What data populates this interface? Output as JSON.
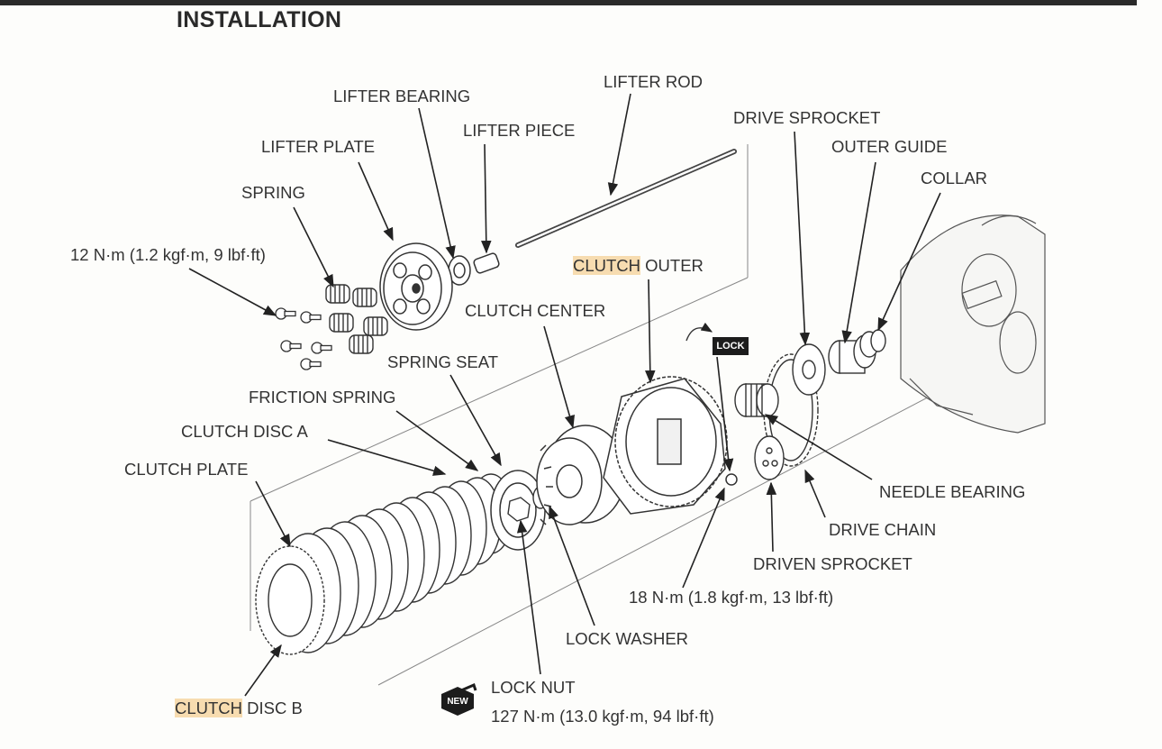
{
  "section_title": "INSTALLATION",
  "labels": {
    "lifter_rod": "LIFTER ROD",
    "lifter_bearing": "LIFTER BEARING",
    "lifter_piece": "LIFTER PIECE",
    "lifter_plate": "LIFTER PLATE",
    "spring": "SPRING",
    "torque_bolts": "12 N·m (1.2 kgf·m, 9 lbf·ft)",
    "drive_sprocket": "DRIVE SPROCKET",
    "outer_guide": "OUTER GUIDE",
    "collar": "COLLAR",
    "clutch_outer_hl": "CLUTCH",
    "clutch_outer_rest": " OUTER",
    "clutch_center": "CLUTCH CENTER",
    "spring_seat": "SPRING SEAT",
    "friction_spring": "FRICTION SPRING",
    "clutch_disc_a": "CLUTCH DISC A",
    "clutch_plate": "CLUTCH PLATE",
    "needle_bearing": "NEEDLE BEARING",
    "drive_chain": "DRIVE CHAIN",
    "driven_sprocket": "DRIVEN SPROCKET",
    "torque_sprocket": "18 N·m (1.8 kgf·m, 13 lbf·ft)",
    "lock_washer": "LOCK WASHER",
    "lock_nut": "LOCK NUT",
    "torque_locknut": "127 N·m (13.0 kgf·m, 94 lbf·ft)",
    "clutch_disc_b_hl": "CLUTCH",
    "clutch_disc_b_rest": " DISC B"
  },
  "badges": {
    "lock": "LOCK",
    "new": "NEW"
  },
  "colors": {
    "highlight": "#f7dcb0",
    "ink": "#333333",
    "bar": "#2a2a2a"
  }
}
